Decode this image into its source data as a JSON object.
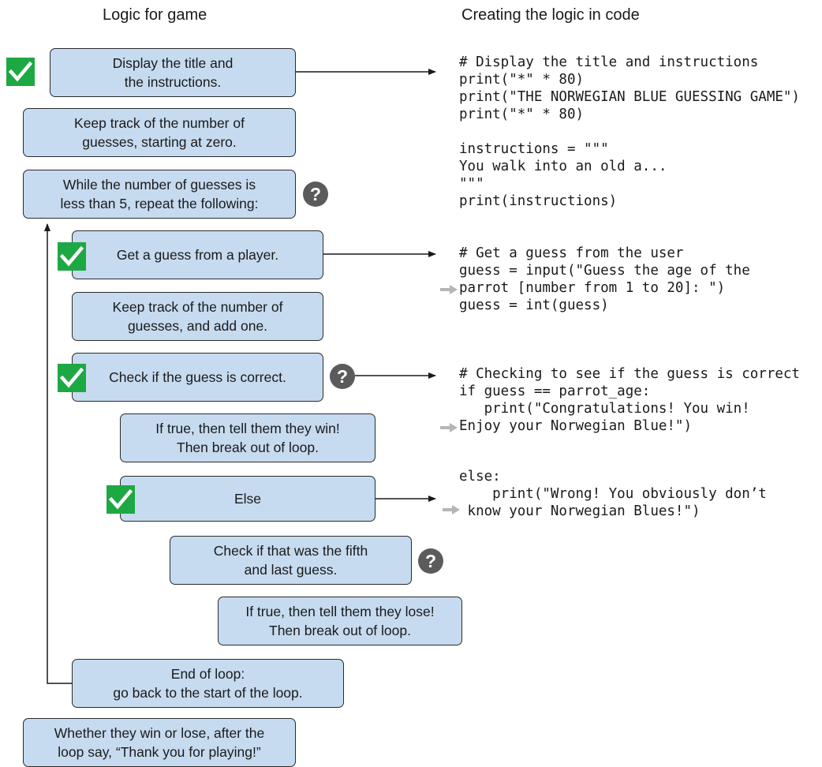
{
  "headings": {
    "left": "Logic for game",
    "right": "Creating the logic in code"
  },
  "steps": [
    "Display the title and\nthe instructions.",
    "Keep track of the number of\nguesses, starting at zero.",
    "While the number of guesses is\nless than 5, repeat the following:",
    "Get a guess from a player.",
    "Keep track of the number of\nguesses, and add one.",
    "Check if the guess is correct.",
    "If true, then tell them they win!\nThen break out of loop.",
    "Else",
    "Check if that was the fifth\nand last guess.",
    "If true, then tell them they lose!\nThen break out of loop.",
    "End of loop:\ngo back to the start of the loop.",
    "Whether they win or lose, after the\nloop say, “Thank you for playing!”"
  ],
  "code": {
    "block1": "# Display the title and instructions\nprint(\"*\" * 80)\nprint(\"THE NORWEGIAN BLUE GUESSING GAME\")\nprint(\"*\" * 80)\n\ninstructions = \"\"\"\nYou walk into an old a...\n\"\"\"\nprint(instructions)",
    "block2": "# Get a guess from the user\nguess = input(\"Guess the age of the\nparrot [number from 1 to 20]: \")\nguess = int(guess)",
    "block3": "# Checking to see if the guess is correct\nif guess == parrot_age:\n   print(\"Congratulations! You win!\nEnjoy your Norwegian Blue!\")",
    "block4": "else:\n    print(\"Wrong! You obviously don’t\n know your Norwegian Blues!\")"
  },
  "question_mark": "?",
  "icons": {
    "check": "checkmark-icon",
    "question": "question-mark-icon",
    "wrap": "line-continuation-arrow-icon"
  },
  "colors": {
    "box_fill": "#c6dbf0",
    "check_green": "#1ea844",
    "question_gray": "#5b5b5b"
  }
}
